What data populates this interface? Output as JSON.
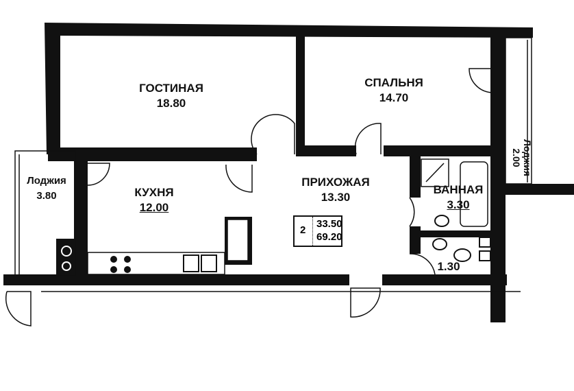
{
  "rooms": [
    {
      "name": "ГОСТИНАЯ",
      "area": "18.80"
    },
    {
      "name": "СПАЛЬНЯ",
      "area": "14.70"
    },
    {
      "name": "Лоджия",
      "area": "3.80"
    },
    {
      "name": "КУХНЯ",
      "area": "12.00"
    },
    {
      "name": "ПРИХОЖАЯ",
      "area": "13.30"
    },
    {
      "name": "ВАННАЯ",
      "area": "3.30"
    },
    {
      "name": "",
      "area": "1.30"
    },
    {
      "name": "Лоджия",
      "area": "2.00"
    }
  ],
  "summary": {
    "rooms_count": "2",
    "living_area": "33.50",
    "total_area": "69.20"
  },
  "colors": {
    "wall": "#111111",
    "background": "#ffffff"
  }
}
